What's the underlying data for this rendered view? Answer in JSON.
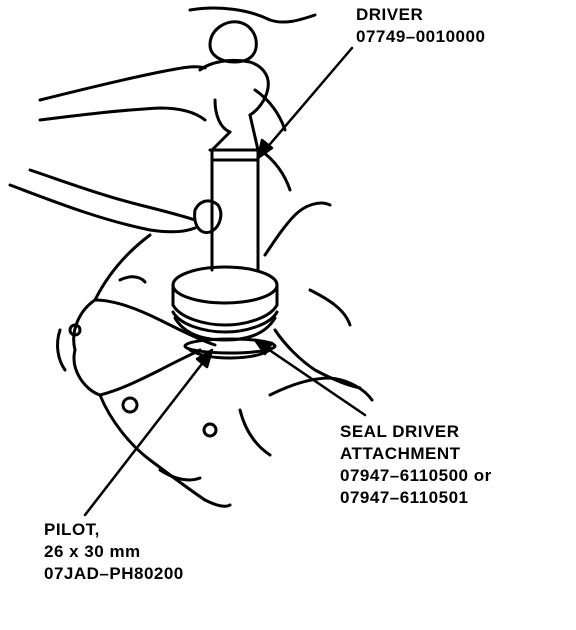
{
  "callouts": {
    "driver": {
      "name": "DRIVER",
      "part": "07749–0010000"
    },
    "seal_driver_attachment": {
      "line1": "SEAL DRIVER",
      "line2": "ATTACHMENT",
      "part1": "07947–6110500 or",
      "part2": "07947–6110501"
    },
    "pilot": {
      "name": "PILOT,",
      "size": "26 x 30 mm",
      "part": "07JAD–PH80200"
    }
  }
}
